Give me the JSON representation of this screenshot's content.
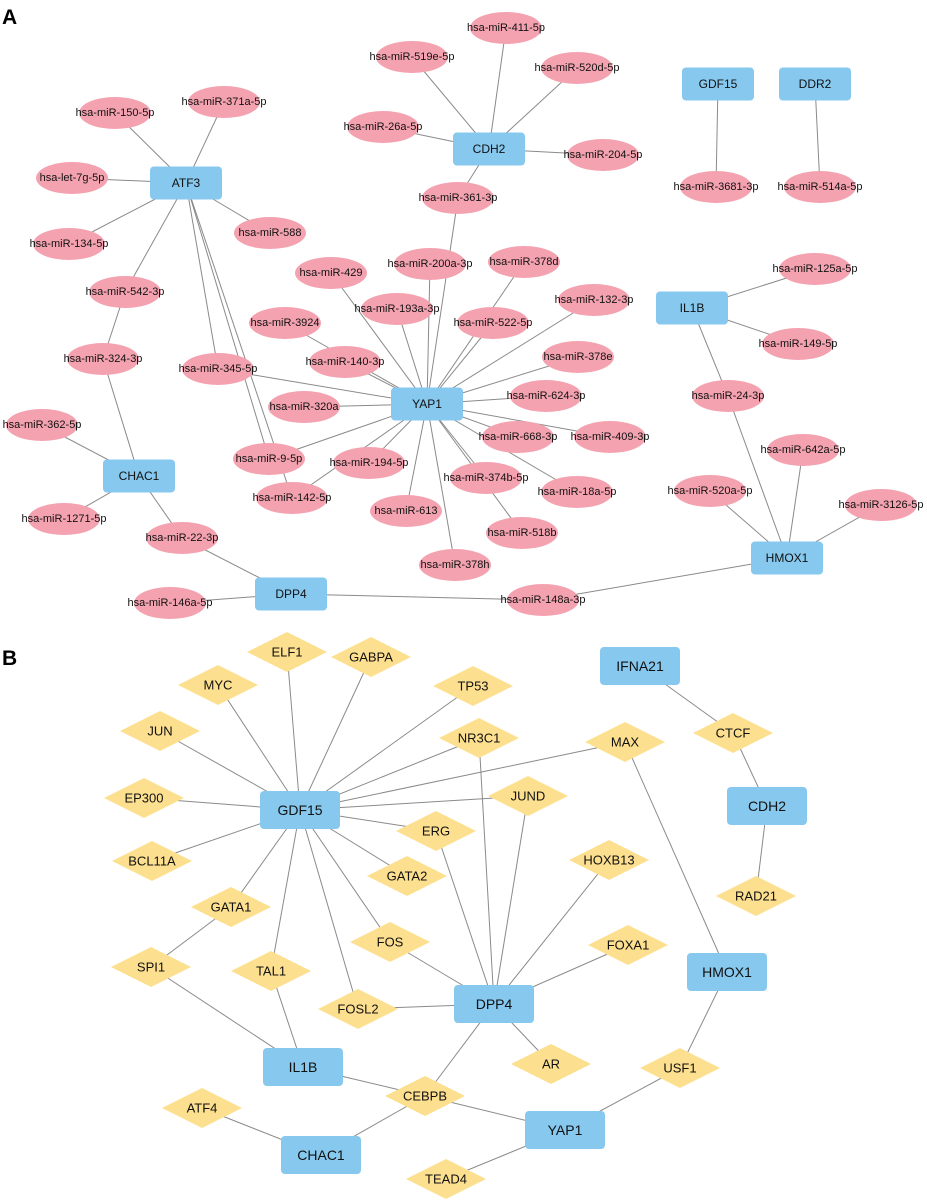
{
  "panels": {
    "a": {
      "letter": "A",
      "genes": {
        "ATF3": "ATF3",
        "CDH2": "CDH2",
        "GDF15": "GDF15",
        "DDR2": "DDR2",
        "IL1B": "IL1B",
        "YAP1": "YAP1",
        "CHAC1": "CHAC1",
        "DPP4": "DPP4",
        "HMOX1": "HMOX1"
      },
      "mirnas": {
        "m411": "hsa-miR-411-5p",
        "m519e": "hsa-miR-519e-5p",
        "m520d": "hsa-miR-520d-5p",
        "m26a": "hsa-miR-26a-5p",
        "m204": "hsa-miR-204-5p",
        "m150": "hsa-miR-150-5p",
        "m371a": "hsa-miR-371a-5p",
        "let7g": "hsa-let-7g-5p",
        "m361": "hsa-miR-361-3p",
        "m3681": "hsa-miR-3681-3p",
        "m514a": "hsa-miR-514a-5p",
        "m134": "hsa-miR-134-5p",
        "m588": "hsa-miR-588",
        "m200a": "hsa-miR-200a-3p",
        "m378d": "hsa-miR-378d",
        "m429": "hsa-miR-429",
        "m125a": "hsa-miR-125a-5p",
        "m542": "hsa-miR-542-3p",
        "m193a": "hsa-miR-193a-3p",
        "m132": "hsa-miR-132-3p",
        "m522": "hsa-miR-522-5p",
        "m3924": "hsa-miR-3924",
        "m149": "hsa-miR-149-5p",
        "m324": "hsa-miR-324-3p",
        "m140": "hsa-miR-140-3p",
        "m378e": "hsa-miR-378e",
        "m345": "hsa-miR-345-5p",
        "m24": "hsa-miR-24-3p",
        "m624": "hsa-miR-624-3p",
        "m320a": "hsa-miR-320a",
        "m362": "hsa-miR-362-5p",
        "m668": "hsa-miR-668-3p",
        "m409": "hsa-miR-409-3p",
        "m642a": "hsa-miR-642a-5p",
        "m9": "hsa-miR-9-5p",
        "m194": "hsa-miR-194-5p",
        "m374b": "hsa-miR-374b-5p",
        "m18a": "hsa-miR-18a-5p",
        "m142": "hsa-miR-142-5p",
        "m520a": "hsa-miR-520a-5p",
        "m3126": "hsa-miR-3126-5p",
        "m1271": "hsa-miR-1271-5p",
        "m613": "hsa-miR-613",
        "m518b": "hsa-miR-518b",
        "m22": "hsa-miR-22-3p",
        "m378h": "hsa-miR-378h",
        "m146a": "hsa-miR-146a-5p",
        "m148a": "hsa-miR-148a-3p"
      },
      "edges": [
        [
          "m371a",
          "ATF3"
        ],
        [
          "m150",
          "ATF3"
        ],
        [
          "let7g",
          "ATF3"
        ],
        [
          "m134",
          "ATF3"
        ],
        [
          "m588",
          "ATF3"
        ],
        [
          "m542",
          "ATF3"
        ],
        [
          "m345",
          "ATF3"
        ],
        [
          "m9",
          "ATF3"
        ],
        [
          "m142",
          "ATF3"
        ],
        [
          "m542",
          "m324"
        ],
        [
          "m324",
          "CHAC1"
        ],
        [
          "m362",
          "CHAC1"
        ],
        [
          "m1271",
          "CHAC1"
        ],
        [
          "m22",
          "CHAC1"
        ],
        [
          "m22",
          "DPP4"
        ],
        [
          "m146a",
          "DPP4"
        ],
        [
          "m148a",
          "DPP4"
        ],
        [
          "m148a",
          "HMOX1"
        ],
        [
          "m411",
          "CDH2"
        ],
        [
          "m519e",
          "CDH2"
        ],
        [
          "m520d",
          "CDH2"
        ],
        [
          "m26a",
          "CDH2"
        ],
        [
          "m204",
          "CDH2"
        ],
        [
          "m361",
          "CDH2"
        ],
        [
          "m361",
          "YAP1"
        ],
        [
          "GDF15",
          "m3681"
        ],
        [
          "DDR2",
          "m514a"
        ],
        [
          "m200a",
          "YAP1"
        ],
        [
          "m378d",
          "YAP1"
        ],
        [
          "m429",
          "YAP1"
        ],
        [
          "m193a",
          "YAP1"
        ],
        [
          "m132",
          "YAP1"
        ],
        [
          "m522",
          "YAP1"
        ],
        [
          "m3924",
          "YAP1"
        ],
        [
          "m140",
          "YAP1"
        ],
        [
          "m378e",
          "YAP1"
        ],
        [
          "m345",
          "YAP1"
        ],
        [
          "m624",
          "YAP1"
        ],
        [
          "m320a",
          "YAP1"
        ],
        [
          "m668",
          "YAP1"
        ],
        [
          "m409",
          "YAP1"
        ],
        [
          "m9",
          "YAP1"
        ],
        [
          "m194",
          "YAP1"
        ],
        [
          "m374b",
          "YAP1"
        ],
        [
          "m18a",
          "YAP1"
        ],
        [
          "m142",
          "YAP1"
        ],
        [
          "m613",
          "YAP1"
        ],
        [
          "m518b",
          "YAP1"
        ],
        [
          "m378h",
          "YAP1"
        ],
        [
          "IL1B",
          "m125a"
        ],
        [
          "IL1B",
          "m149"
        ],
        [
          "IL1B",
          "m24"
        ],
        [
          "m24",
          "HMOX1"
        ],
        [
          "m642a",
          "HMOX1"
        ],
        [
          "m520a",
          "HMOX1"
        ],
        [
          "m3126",
          "HMOX1"
        ]
      ]
    },
    "b": {
      "letter": "B",
      "genes": {
        "GDF15": "GDF15",
        "IFNA21": "IFNA21",
        "CDH2": "CDH2",
        "HMOX1": "HMOX1",
        "DPP4": "DPP4",
        "IL1B": "IL1B",
        "YAP1": "YAP1",
        "CHAC1": "CHAC1"
      },
      "tfs": {
        "ELF1": "ELF1",
        "GABPA": "GABPA",
        "MYC": "MYC",
        "TP53": "TP53",
        "JUN": "JUN",
        "NR3C1": "NR3C1",
        "MAX": "MAX",
        "CTCF": "CTCF",
        "EP300": "EP300",
        "JUND": "JUND",
        "ERG": "ERG",
        "BCL11A": "BCL11A",
        "HOXB13": "HOXB13",
        "GATA2": "GATA2",
        "RAD21": "RAD21",
        "GATA1": "GATA1",
        "FOS": "FOS",
        "FOXA1": "FOXA1",
        "SPI1": "SPI1",
        "TAL1": "TAL1",
        "FOSL2": "FOSL2",
        "AR": "AR",
        "USF1": "USF1",
        "CEBPB": "CEBPB",
        "ATF4": "ATF4",
        "TEAD4": "TEAD4"
      },
      "edges": [
        [
          "ELF1",
          "GDF15"
        ],
        [
          "GABPA",
          "GDF15"
        ],
        [
          "MYC",
          "GDF15"
        ],
        [
          "TP53",
          "GDF15"
        ],
        [
          "JUN",
          "GDF15"
        ],
        [
          "NR3C1",
          "GDF15"
        ],
        [
          "MAX",
          "GDF15"
        ],
        [
          "EP300",
          "GDF15"
        ],
        [
          "JUND",
          "GDF15"
        ],
        [
          "ERG",
          "GDF15"
        ],
        [
          "BCL11A",
          "GDF15"
        ],
        [
          "GATA2",
          "GDF15"
        ],
        [
          "GATA1",
          "GDF15"
        ],
        [
          "FOS",
          "GDF15"
        ],
        [
          "TAL1",
          "GDF15"
        ],
        [
          "FOSL2",
          "GDF15"
        ],
        [
          "IFNA21",
          "CTCF"
        ],
        [
          "CTCF",
          "CDH2"
        ],
        [
          "CDH2",
          "RAD21"
        ],
        [
          "MAX",
          "HMOX1"
        ],
        [
          "HMOX1",
          "USF1"
        ],
        [
          "NR3C1",
          "DPP4"
        ],
        [
          "JUND",
          "DPP4"
        ],
        [
          "ERG",
          "DPP4"
        ],
        [
          "HOXB13",
          "DPP4"
        ],
        [
          "FOS",
          "DPP4"
        ],
        [
          "FOXA1",
          "DPP4"
        ],
        [
          "FOSL2",
          "DPP4"
        ],
        [
          "AR",
          "DPP4"
        ],
        [
          "CEBPB",
          "DPP4"
        ],
        [
          "GATA1",
          "SPI1"
        ],
        [
          "SPI1",
          "IL1B"
        ],
        [
          "TAL1",
          "IL1B"
        ],
        [
          "IL1B",
          "CEBPB"
        ],
        [
          "CEBPB",
          "YAP1"
        ],
        [
          "CEBPB",
          "CHAC1"
        ],
        [
          "ATF4",
          "CHAC1"
        ],
        [
          "USF1",
          "YAP1"
        ],
        [
          "TEAD4",
          "YAP1"
        ]
      ]
    }
  },
  "colors": {
    "gene": "#86c8ee",
    "mirna": "#f4a2b0",
    "tf": "#fde08f",
    "edge": "#8a8a8a"
  }
}
